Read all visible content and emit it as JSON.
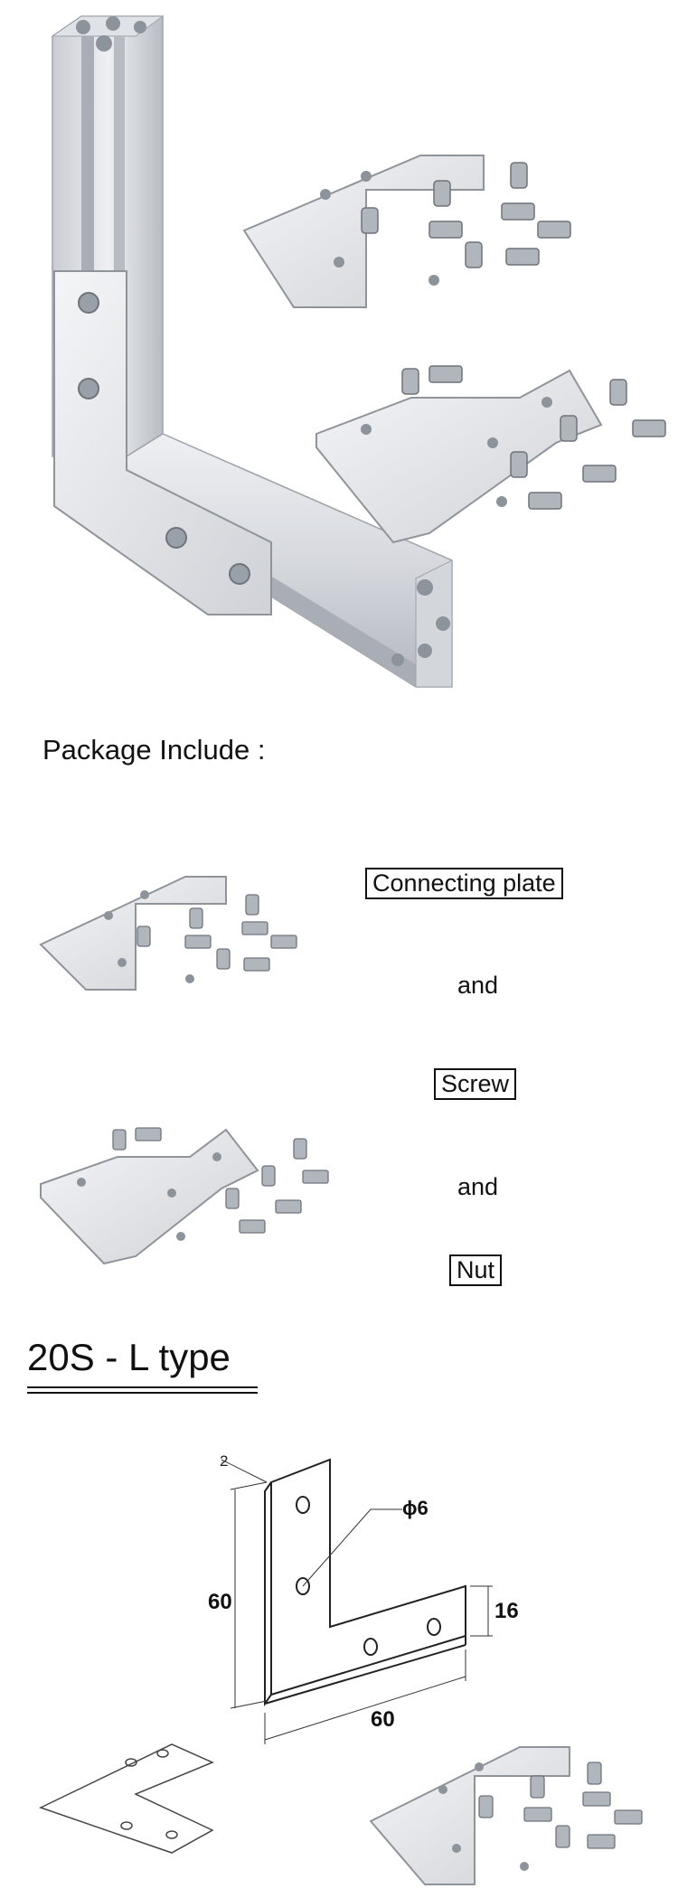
{
  "package": {
    "heading": "Package Include :",
    "item_1": "Connecting plate",
    "and_1": "and",
    "item_2": "Screw",
    "and_2": "and",
    "item_3": "Nut"
  },
  "section": {
    "title": "20S - L type"
  },
  "drawing": {
    "thickness_label": "2",
    "hole_label": "ϕ6",
    "width_label": "16",
    "height_label": "60",
    "length_label": "60"
  }
}
